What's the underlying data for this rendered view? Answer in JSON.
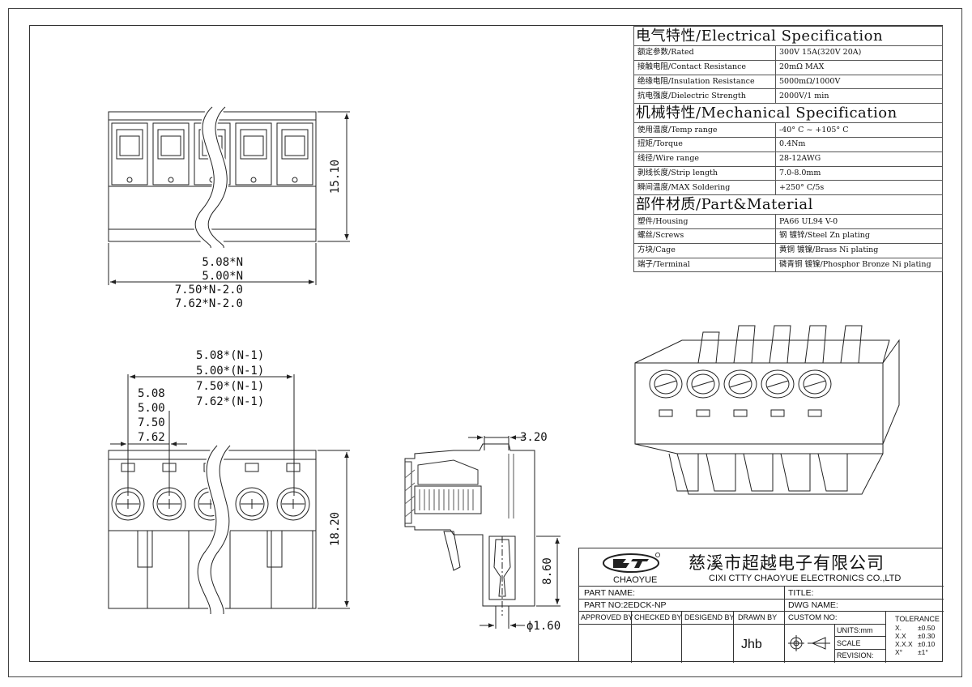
{
  "electrical": {
    "heading": "电气特性/Electrical Specification",
    "rows": [
      {
        "name": "额定参数/Rated",
        "value": "300V  15A(320V  20A)"
      },
      {
        "name": "接触电阻/Contact Resistance",
        "value": "20mΩ MAX"
      },
      {
        "name": "绝缘电阻/Insulation Resistance",
        "value": "5000mΩ/1000V"
      },
      {
        "name": "抗电强度/Dielectric Strength",
        "value": "2000V/1 min"
      }
    ]
  },
  "mechanical": {
    "heading": "机械特性/Mechanical Specification",
    "rows": [
      {
        "name": "使用温度/Temp range",
        "value": "-40° C ~ +105° C"
      },
      {
        "name": "扭矩/Torque",
        "value": "0.4Nm"
      },
      {
        "name": "线径/Wire range",
        "value": "28-12AWG"
      },
      {
        "name": "剥线长度/Strip length",
        "value": "7.0-8.0mm"
      },
      {
        "name": "瞬间温度/MAX Soldering",
        "value": "+250° C/5s"
      }
    ]
  },
  "material": {
    "heading": "部件材质/Part&Material",
    "rows": [
      {
        "name": "塑件/Housing",
        "value": "PA66 UL94 V-0"
      },
      {
        "name": "螺丝/Screws",
        "value": "钢 镀锌/Steel Zn plating"
      },
      {
        "name": "方块/Cage",
        "value": "黄铜 镀镍/Brass Ni plating"
      },
      {
        "name": "端子/Terminal",
        "value": "磷青铜 镀镍/Phosphor Bronze Ni plating"
      }
    ]
  },
  "dims": {
    "top_height": "15.10",
    "top_width": [
      "5.08*N",
      "5.00*N",
      "7.50*N-2.0",
      "7.62*N-2.0"
    ],
    "pitch_total": [
      "5.08*(N-1)",
      "5.00*(N-1)",
      "7.50*(N-1)",
      "7.62*(N-1)"
    ],
    "pitch": [
      "5.08",
      "5.00",
      "7.50",
      "7.62"
    ],
    "front_height": "18.20",
    "side_top": "3.20",
    "side_height": "8.60",
    "pin_dia": "ϕ1.60"
  },
  "titleblock": {
    "brand": "CHAOYUE",
    "company_cn": "慈溪市超越电子有限公司",
    "company_en": "CIXI CTTY CHAOYUE ELECTRONICS CO.,LTD",
    "part_name_label": "PART NAME:",
    "title_label": "TITLE:",
    "part_no": "PART NO:2EDCK-NP",
    "dwg_name_label": "DWG NAME:",
    "approved_by": "APPROVED BY",
    "checked_by": "CHECKED BY",
    "designed_by": "DESIGEND BY",
    "drawn_by": "DRAWN BY",
    "drawn_sig": "Jhb",
    "custom_no": "CUSTOM NO:",
    "units": "UNITS:mm",
    "scale": "SCALE",
    "revision": "REVISION:",
    "tolerance": "TOLERANCE",
    "tol_rows": [
      {
        "k": "X.",
        "v": "±0.50"
      },
      {
        "k": "X.X",
        "v": "±0.30"
      },
      {
        "k": "X.X.X",
        "v": "±0.10"
      },
      {
        "k": "X°",
        "v": "±1°"
      }
    ]
  }
}
